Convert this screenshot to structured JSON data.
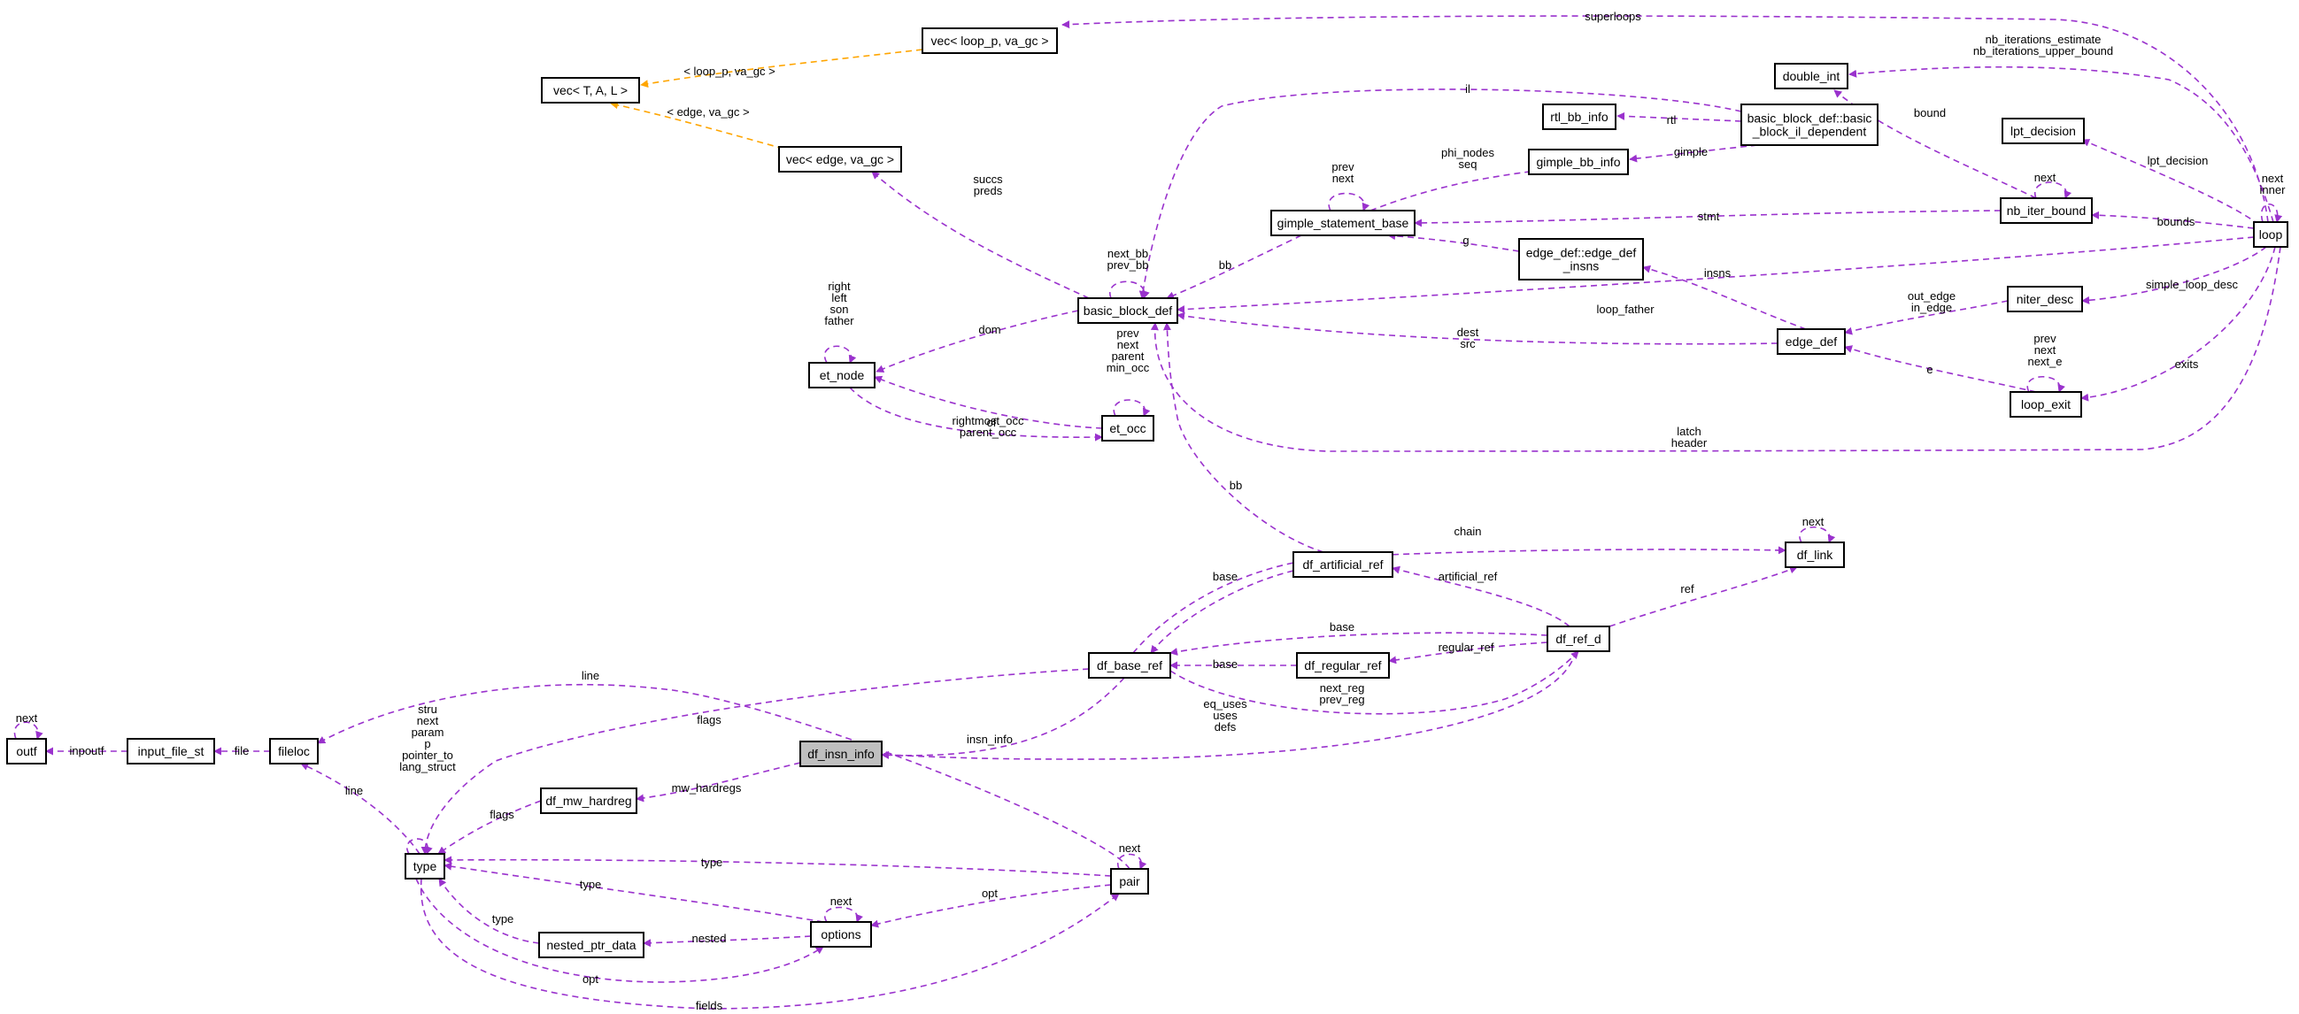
{
  "diagram": {
    "colors": {
      "member_edge": "#9a32cd",
      "template_edge": "#ffa500",
      "node_border": "#000000",
      "node_fill": "#ffffff",
      "selected_node_fill": "#bfbfbf"
    },
    "nodes": [
      {
        "id": "vec_loop",
        "lines": [
          "vec< loop_p, va_gc >"
        ]
      },
      {
        "id": "vec_tal",
        "lines": [
          "vec< T, A, L >"
        ]
      },
      {
        "id": "vec_edge",
        "lines": [
          "vec< edge, va_gc >"
        ]
      },
      {
        "id": "double_int",
        "lines": [
          "double_int"
        ]
      },
      {
        "id": "rtl_bb_info",
        "lines": [
          "rtl_bb_info"
        ]
      },
      {
        "id": "bb_il_dep",
        "lines": [
          "basic_block_def::basic",
          "_block_il_dependent"
        ]
      },
      {
        "id": "lpt_decision",
        "lines": [
          "lpt_decision"
        ]
      },
      {
        "id": "gimple_bb_info",
        "lines": [
          "gimple_bb_info"
        ]
      },
      {
        "id": "gimple_stmt_base",
        "lines": [
          "gimple_statement_base"
        ]
      },
      {
        "id": "nb_iter_bound",
        "lines": [
          "nb_iter_bound"
        ]
      },
      {
        "id": "loop",
        "lines": [
          "loop"
        ]
      },
      {
        "id": "edge_def_insns",
        "lines": [
          "edge_def::edge_def",
          "_insns"
        ]
      },
      {
        "id": "basic_block_def",
        "lines": [
          "basic_block_def"
        ]
      },
      {
        "id": "niter_desc",
        "lines": [
          "niter_desc"
        ]
      },
      {
        "id": "edge_def",
        "lines": [
          "edge_def"
        ]
      },
      {
        "id": "et_node",
        "lines": [
          "et_node"
        ]
      },
      {
        "id": "et_occ",
        "lines": [
          "et_occ"
        ]
      },
      {
        "id": "loop_exit",
        "lines": [
          "loop_exit"
        ]
      },
      {
        "id": "df_link",
        "lines": [
          "df_link"
        ]
      },
      {
        "id": "df_artificial_ref",
        "lines": [
          "df_artificial_ref"
        ]
      },
      {
        "id": "df_ref_d",
        "lines": [
          "df_ref_d"
        ]
      },
      {
        "id": "df_base_ref",
        "lines": [
          "df_base_ref"
        ]
      },
      {
        "id": "df_regular_ref",
        "lines": [
          "df_regular_ref"
        ]
      },
      {
        "id": "df_insn_info",
        "lines": [
          "df_insn_info"
        ],
        "selected": true
      },
      {
        "id": "outf",
        "lines": [
          "outf"
        ]
      },
      {
        "id": "input_file_st",
        "lines": [
          "input_file_st"
        ]
      },
      {
        "id": "fileloc",
        "lines": [
          "fileloc"
        ]
      },
      {
        "id": "df_mw_hardreg",
        "lines": [
          "df_mw_hardreg"
        ]
      },
      {
        "id": "type",
        "lines": [
          "type"
        ]
      },
      {
        "id": "pair",
        "lines": [
          "pair"
        ]
      },
      {
        "id": "options",
        "lines": [
          "options"
        ]
      },
      {
        "id": "nested_ptr_data",
        "lines": [
          "nested_ptr_data"
        ]
      }
    ],
    "edges": [
      {
        "id": "e_loop_vecloop",
        "kind": "member",
        "label": [
          "superloops"
        ]
      },
      {
        "id": "e_vecloop_vectal",
        "kind": "template",
        "label": [
          "< loop_p, va_gc >"
        ]
      },
      {
        "id": "e_vecedge_vectal",
        "kind": "template",
        "label": [
          "< edge, va_gc >"
        ]
      },
      {
        "id": "e_loop_doubleint",
        "kind": "member",
        "label": [
          "nb_iterations_estimate",
          "nb_iterations_upper_bound"
        ]
      },
      {
        "id": "e_bbil_bbdef",
        "kind": "member",
        "label": [
          "il"
        ]
      },
      {
        "id": "e_rtlbb_bbil",
        "kind": "member",
        "label": [
          "rtl"
        ]
      },
      {
        "id": "e_gimplebb_bbil",
        "kind": "member",
        "label": [
          "gimple"
        ]
      },
      {
        "id": "e_nbiter_doubleint",
        "kind": "member",
        "label": [
          "bound"
        ]
      },
      {
        "id": "e_lpt_loop",
        "kind": "member",
        "label": [
          "lpt_decision"
        ]
      },
      {
        "id": "e_gsb_gimplebb",
        "kind": "member",
        "label": [
          "phi_nodes",
          "seq"
        ]
      },
      {
        "id": "e_gsb_self",
        "kind": "member",
        "label": [
          "prev",
          "next"
        ]
      },
      {
        "id": "e_nbiter_self",
        "kind": "member",
        "label": [
          "next"
        ]
      },
      {
        "id": "e_loop_self",
        "kind": "member",
        "label": [
          "next",
          "inner"
        ]
      },
      {
        "id": "e_gsb_nbiter",
        "kind": "member",
        "label": [
          "stmt"
        ]
      },
      {
        "id": "e_nbiter_loop",
        "kind": "member",
        "label": [
          "bounds"
        ]
      },
      {
        "id": "e_vecedge_bbdef",
        "kind": "member",
        "label": [
          "succs",
          "preds"
        ]
      },
      {
        "id": "e_gsb_bbdef",
        "kind": "member",
        "label": [
          "bb"
        ]
      },
      {
        "id": "e_gsb_edgeinsns",
        "kind": "member",
        "label": [
          "g"
        ]
      },
      {
        "id": "e_bbdef_self",
        "kind": "member",
        "label": [
          "next_bb",
          "prev_bb"
        ]
      },
      {
        "id": "e_loop_bbdef",
        "kind": "member",
        "label": [
          "loop_father"
        ]
      },
      {
        "id": "e_edgeinsns_edgedef",
        "kind": "member",
        "label": [
          "insns"
        ]
      },
      {
        "id": "e_niter_loop",
        "kind": "member",
        "label": [
          "simple_loop_desc"
        ]
      },
      {
        "id": "e_edgedef_niter",
        "kind": "member",
        "label": [
          "out_edge",
          "in_edge"
        ]
      },
      {
        "id": "e_etnode_bbdef",
        "kind": "member",
        "label": [
          "dom"
        ]
      },
      {
        "id": "e_etnode_self",
        "kind": "member",
        "label": [
          "right",
          "left",
          "son",
          "father"
        ]
      },
      {
        "id": "e_bbdef_edgedef",
        "kind": "member",
        "label": [
          "dest",
          "src"
        ]
      },
      {
        "id": "e_etnode_etocc",
        "kind": "member",
        "label": [
          "of"
        ]
      },
      {
        "id": "e_etocc_self",
        "kind": "member",
        "label": [
          "prev",
          "next",
          "parent",
          "min_occ"
        ]
      },
      {
        "id": "e_etocc_etnode",
        "kind": "member",
        "label": [
          "rightmost_occ",
          "parent_occ"
        ]
      },
      {
        "id": "e_edgedef_loopexit",
        "kind": "member",
        "label": [
          "e"
        ]
      },
      {
        "id": "e_loopexit_self",
        "kind": "member",
        "label": [
          "prev",
          "next",
          "next_e"
        ]
      },
      {
        "id": "e_loopexit_loop",
        "kind": "member",
        "label": [
          "exits"
        ]
      },
      {
        "id": "e_bbdef_loop",
        "kind": "member",
        "label": [
          "latch",
          "header"
        ]
      },
      {
        "id": "e_bbdef_dfart",
        "kind": "member",
        "label": [
          "bb"
        ]
      },
      {
        "id": "e_dflink_self",
        "kind": "member",
        "label": [
          "next"
        ]
      },
      {
        "id": "e_dfbase_dflink",
        "kind": "member",
        "label": [
          "chain"
        ]
      },
      {
        "id": "e_dfart_dfbase",
        "kind": "member",
        "label": [
          "base"
        ]
      },
      {
        "id": "e_dfart_dfref",
        "kind": "member",
        "label": [
          "artificial_ref"
        ]
      },
      {
        "id": "e_dfref_dflink",
        "kind": "member",
        "label": [
          "ref"
        ]
      },
      {
        "id": "e_dfref_dfbase",
        "kind": "member",
        "label": [
          "base"
        ]
      },
      {
        "id": "e_dfreg_dfref",
        "kind": "member",
        "label": [
          "regular_ref"
        ]
      },
      {
        "id": "e_dfregular_dfbase",
        "kind": "member",
        "label": [
          "base"
        ]
      },
      {
        "id": "e_fileloc_pair",
        "kind": "member",
        "label": [
          "line"
        ]
      },
      {
        "id": "e_dfref_dfbase2",
        "kind": "member",
        "label": [
          "next_reg",
          "prev_reg"
        ]
      },
      {
        "id": "e_type_dfbase",
        "kind": "member",
        "label": [
          "flags"
        ]
      },
      {
        "id": "e_dfbase_dfinsn",
        "kind": "member",
        "label": [
          "insn_info"
        ]
      },
      {
        "id": "e_dfref_dfinsn",
        "kind": "member",
        "label": [
          "eq_uses",
          "uses",
          "defs"
        ]
      },
      {
        "id": "e_outf_self",
        "kind": "member",
        "label": [
          "next"
        ]
      },
      {
        "id": "e_outf_input",
        "kind": "member",
        "label": [
          "inpoutf"
        ]
      },
      {
        "id": "e_input_fileloc",
        "kind": "member",
        "label": [
          "file"
        ]
      },
      {
        "id": "e_fileloc_type",
        "kind": "member",
        "label": [
          "line"
        ]
      },
      {
        "id": "e_dfmw_dfinsn",
        "kind": "member",
        "label": [
          "mw_hardregs"
        ]
      },
      {
        "id": "e_type_dfmw",
        "kind": "member",
        "label": [
          "flags"
        ]
      },
      {
        "id": "e_type_self",
        "kind": "member",
        "label": [
          "stru",
          "next",
          "param",
          "p",
          "pointer_to",
          "lang_struct"
        ]
      },
      {
        "id": "e_pair_self",
        "kind": "member",
        "label": [
          "next"
        ]
      },
      {
        "id": "e_type_pair",
        "kind": "member",
        "label": [
          "type"
        ]
      },
      {
        "id": "e_options_pair",
        "kind": "member",
        "label": [
          "opt"
        ]
      },
      {
        "id": "e_type_options",
        "kind": "member",
        "label": [
          "type"
        ]
      },
      {
        "id": "e_options_self",
        "kind": "member",
        "label": [
          "next"
        ]
      },
      {
        "id": "e_type_nested",
        "kind": "member",
        "label": [
          "type"
        ]
      },
      {
        "id": "e_nested_options",
        "kind": "member",
        "label": [
          "nested"
        ]
      },
      {
        "id": "e_type_options_opt",
        "kind": "member",
        "label": [
          "opt"
        ]
      },
      {
        "id": "e_pair_type",
        "kind": "member",
        "label": [
          "fields"
        ]
      }
    ]
  }
}
